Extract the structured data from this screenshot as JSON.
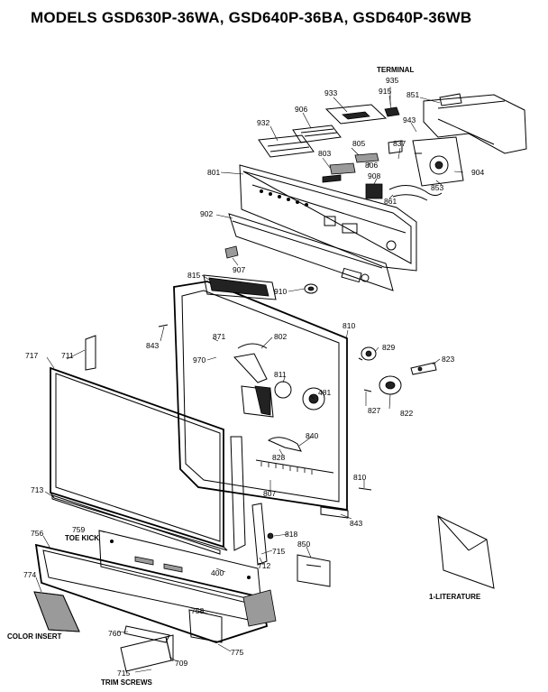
{
  "title": "MODELS GSD630P-36WA, GSD640P-36BA, GSD640P-36WB",
  "captions": {
    "terminal": "TERMINAL",
    "toe_kick": "TOE KICK",
    "literature": "1-LITERATURE",
    "color_insert": "COLOR INSERT",
    "trim_screws": "TRIM SCREWS"
  },
  "part_numbers": {
    "p935": "935",
    "p933": "933",
    "p915": "915",
    "p851": "851",
    "p906": "906",
    "p943": "943",
    "p932": "932",
    "p805": "805",
    "p837": "837",
    "p803": "803",
    "p806": "806",
    "p908": "908",
    "p801": "801",
    "p904": "904",
    "p853": "853",
    "p861": "861",
    "p902": "902",
    "p907": "907",
    "p815": "815",
    "p910": "910",
    "p810a": "810",
    "p843a": "843",
    "p871": "871",
    "p802": "802",
    "p829": "829",
    "p717": "717",
    "p711": "711",
    "p970": "970",
    "p823": "823",
    "p811": "811",
    "p481": "481",
    "p827": "827",
    "p822": "822",
    "p840": "840",
    "p828": "828",
    "p713": "713",
    "p807": "807",
    "p810b": "810",
    "p843b": "843",
    "p756": "756",
    "p759": "759",
    "p818": "818",
    "p715a": "715",
    "p850": "850",
    "p712": "712",
    "p400": "400",
    "p774": "774",
    "p758": "758",
    "p760": "760",
    "p775": "775",
    "p715b": "715",
    "p709": "709"
  }
}
